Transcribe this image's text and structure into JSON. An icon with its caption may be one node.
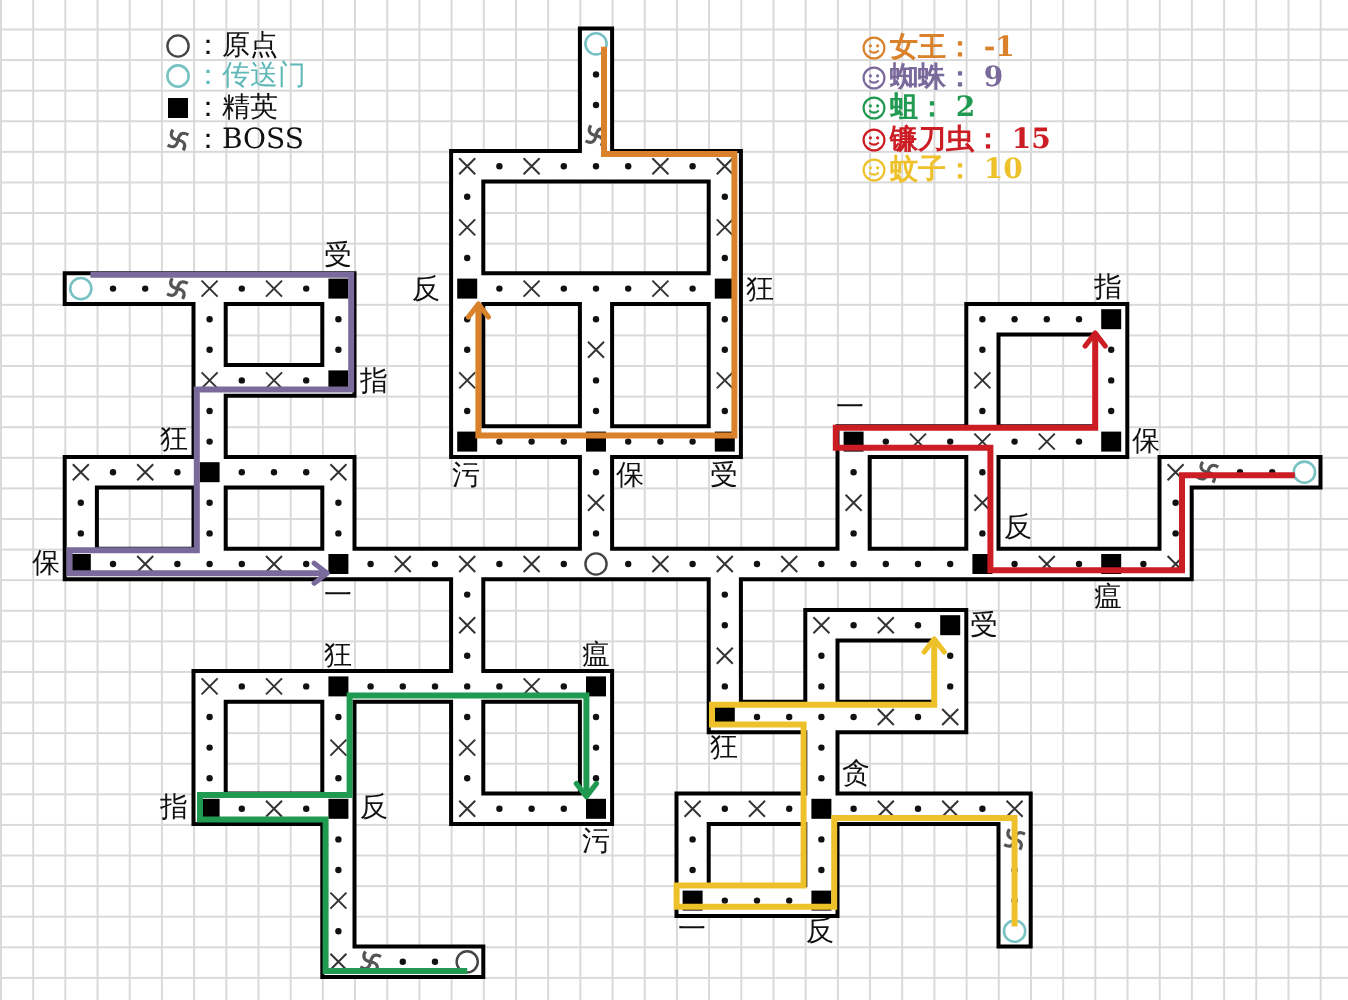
{
  "diagram": {
    "labels": [
      "受",
      "反",
      "狂",
      "指",
      "指",
      "一",
      "狂",
      "保",
      "污",
      "保",
      "受",
      "反",
      "保",
      "一",
      "瘟",
      "受",
      "狂",
      "瘟",
      "狂",
      "贪",
      "指",
      "反",
      "污",
      "一",
      "反"
    ],
    "legend": [
      {
        "text": "：原点"
      },
      {
        "text": "：传送门"
      },
      {
        "text": "：精英"
      },
      {
        "text": "：BOSS"
      },
      {
        "text": "女王： -1",
        "color": "#d9822b"
      },
      {
        "text": "蜘蛛： 9",
        "color": "#7a6a9c"
      },
      {
        "text": "蛆： 2",
        "color": "#1f9a50"
      },
      {
        "text": "镰刀虫： 15",
        "color": "#cc1c24"
      },
      {
        "text": "蚊子： 10",
        "color": "#eec12a"
      }
    ]
  }
}
